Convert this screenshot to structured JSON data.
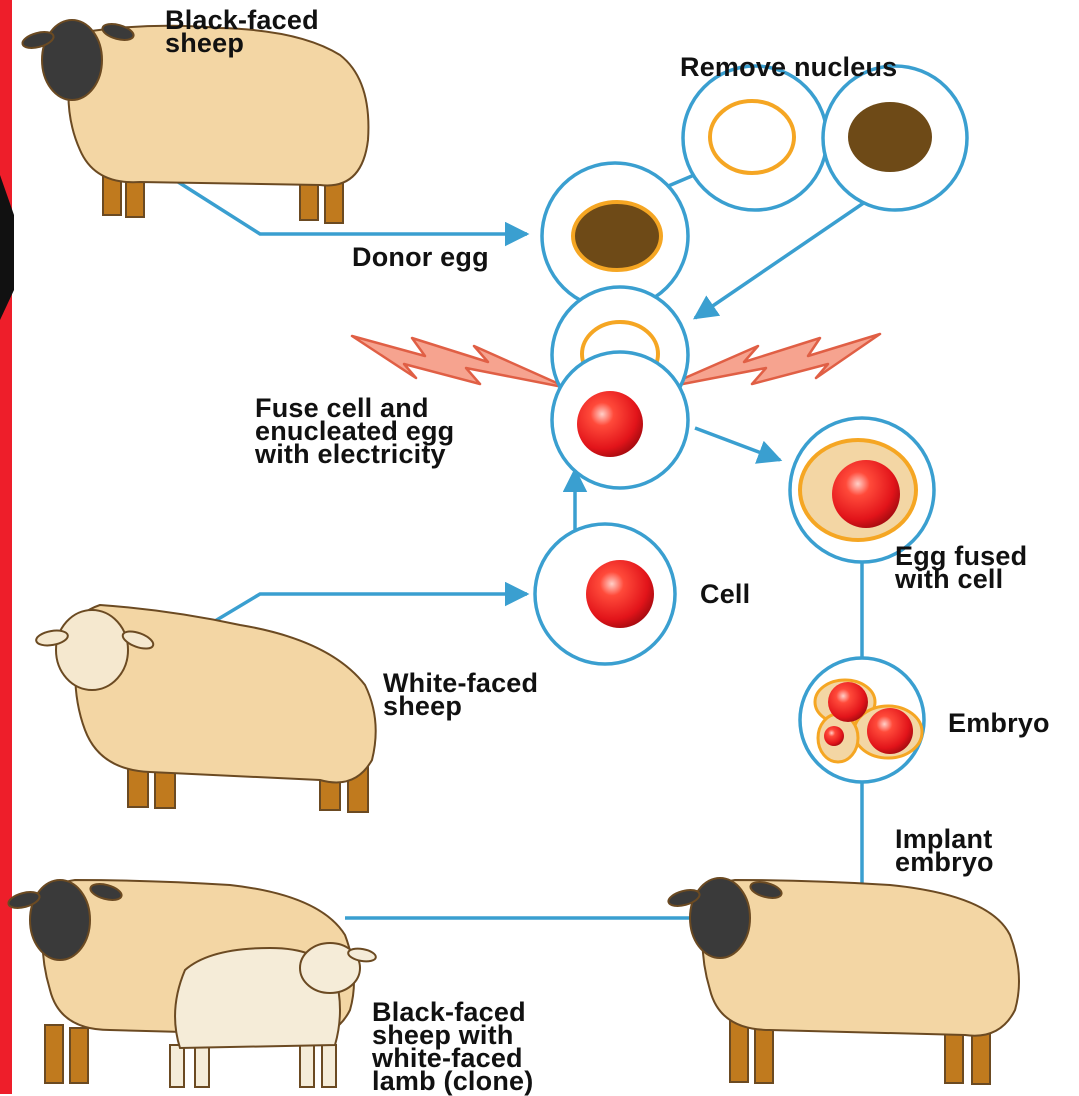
{
  "colors": {
    "accent_bar": "#ee1e2a",
    "arrow": "#3a9fd0",
    "cell_outline": "#3a9fd0",
    "nucleus_ring": "#f5a623",
    "dark_nucleus": "#6e4a17",
    "red_nucleus": "#e81c1c",
    "wool": "#f3d6a4",
    "leg": "#c07a1e",
    "black_face": "#3a3a3a",
    "white_face": "#f5e8cf",
    "spark_fill": "#f6a38f",
    "spark_stroke": "#e05f45"
  },
  "labels": {
    "black_faced_sheep": "Black-faced\nsheep",
    "remove_nucleus": "Remove nucleus",
    "donor_egg": "Donor egg",
    "fuse": "Fuse cell and\nenucleated egg\nwith electricity",
    "egg_fused": "Egg fused\nwith cell",
    "cell": "Cell",
    "white_faced_sheep": "White-faced\nsheep",
    "embryo": "Embryo",
    "implant": "Implant\nembryo",
    "clone": "Black-faced\nsheep with\nwhite-faced\nlamb (clone)"
  }
}
